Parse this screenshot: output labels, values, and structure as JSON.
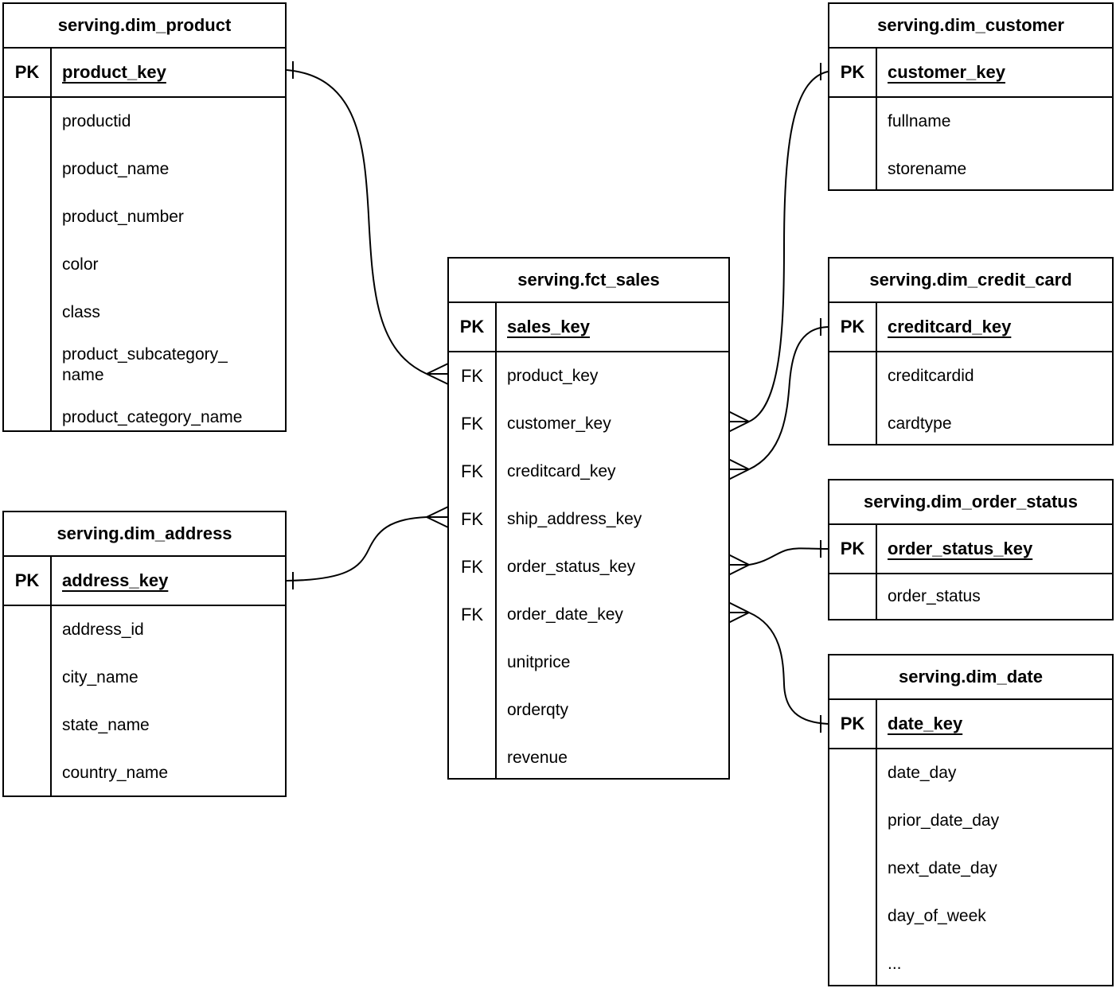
{
  "colors": {
    "line": "#000000",
    "text": "#000000",
    "background": "#ffffff"
  },
  "tables": {
    "dim_product": {
      "title": "serving.dim_product",
      "pk_label": "PK",
      "pk_name": "product_key",
      "columns": [
        "productid",
        "product_name",
        "product_number",
        "color",
        "class",
        "product_subcategory_\nname",
        "product_category_name"
      ]
    },
    "dim_customer": {
      "title": "serving.dim_customer",
      "pk_label": "PK",
      "pk_name": "customer_key",
      "columns": [
        "fullname",
        "storename"
      ]
    },
    "fct_sales": {
      "title": "serving.fct_sales",
      "pk_label": "PK",
      "pk_name": "sales_key",
      "rows": [
        {
          "key": "FK",
          "name": "product_key"
        },
        {
          "key": "FK",
          "name": "customer_key"
        },
        {
          "key": "FK",
          "name": "creditcard_key"
        },
        {
          "key": "FK",
          "name": "ship_address_key"
        },
        {
          "key": "FK",
          "name": "order_status_key"
        },
        {
          "key": "FK",
          "name": "order_date_key"
        },
        {
          "key": "",
          "name": "unitprice"
        },
        {
          "key": "",
          "name": "orderqty"
        },
        {
          "key": "",
          "name": "revenue"
        }
      ]
    },
    "dim_credit_card": {
      "title": "serving.dim_credit_card",
      "pk_label": "PK",
      "pk_name": "creditcard_key",
      "columns": [
        "creditcardid",
        "cardtype"
      ]
    },
    "dim_order_status": {
      "title": "serving.dim_order_status",
      "pk_label": "PK",
      "pk_name": "order_status_key",
      "columns": [
        "order_status"
      ]
    },
    "dim_date": {
      "title": "serving.dim_date",
      "pk_label": "PK",
      "pk_name": "date_key",
      "columns": [
        "date_day",
        "prior_date_day",
        "next_date_day",
        "day_of_week",
        "..."
      ]
    },
    "dim_address": {
      "title": "serving.dim_address",
      "pk_label": "PK",
      "pk_name": "address_key",
      "columns": [
        "address_id",
        "city_name",
        "state_name",
        "country_name"
      ]
    }
  },
  "relationships": [
    {
      "from": "serving.dim_product.product_key",
      "to": "serving.fct_sales.product_key",
      "from_cardinality": "one",
      "to_cardinality": "many"
    },
    {
      "from": "serving.dim_address.address_key",
      "to": "serving.fct_sales.ship_address_key",
      "from_cardinality": "one",
      "to_cardinality": "many"
    },
    {
      "from": "serving.dim_customer.customer_key",
      "to": "serving.fct_sales.customer_key",
      "from_cardinality": "one",
      "to_cardinality": "many"
    },
    {
      "from": "serving.dim_credit_card.creditcard_key",
      "to": "serving.fct_sales.creditcard_key",
      "from_cardinality": "one",
      "to_cardinality": "many"
    },
    {
      "from": "serving.dim_order_status.order_status_key",
      "to": "serving.fct_sales.order_status_key",
      "from_cardinality": "one",
      "to_cardinality": "many"
    },
    {
      "from": "serving.dim_date.date_key",
      "to": "serving.fct_sales.order_date_key",
      "from_cardinality": "one",
      "to_cardinality": "many"
    }
  ]
}
